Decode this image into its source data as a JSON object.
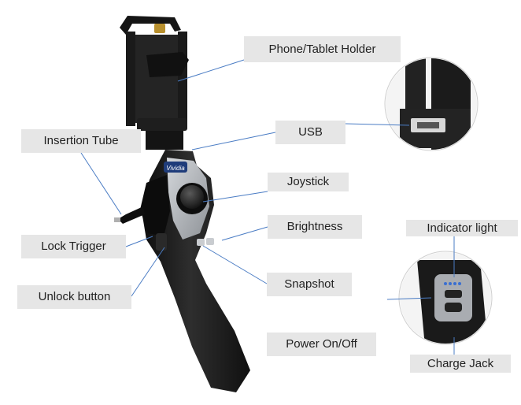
{
  "labels": {
    "phone_holder": "Phone/Tablet Holder",
    "usb": "USB",
    "insertion_tube": "Insertion Tube",
    "joystick": "Joystick",
    "brightness": "Brightness",
    "lock_trigger": "Lock Trigger",
    "snapshot": "Snapshot",
    "unlock_button": "Unlock button",
    "power": "Power On/Off",
    "indicator_light": "Indicator light",
    "charge_jack": "Charge Jack"
  },
  "logo_text": "Vividia",
  "colors": {
    "leader_line": "#4a7cc4",
    "label_bg": "#e6e6e6",
    "device_body": "#1c1c1c",
    "grip_panel": "#b9bcc0",
    "indicator_led": "#3a6fd1"
  }
}
